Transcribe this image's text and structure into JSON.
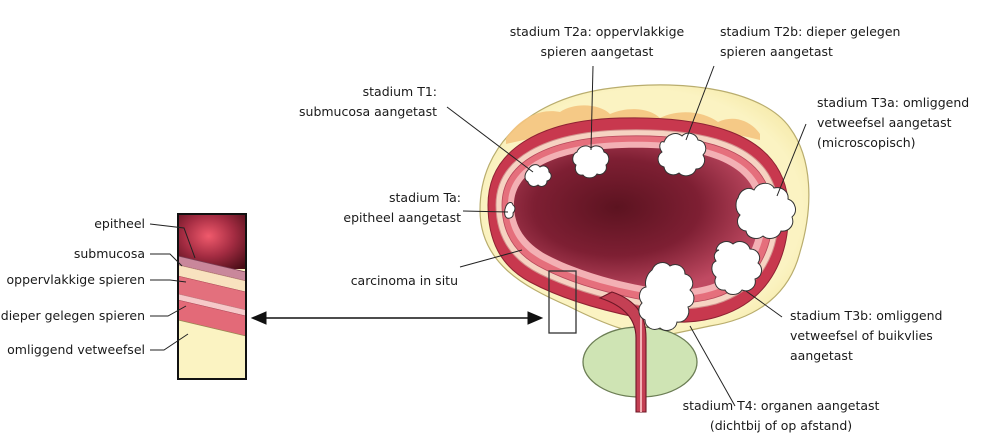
{
  "inset_labels": {
    "epitheel": "epitheel",
    "submucosa": "submucosa",
    "oppervlakkige_spieren": "oppervlakkige spieren",
    "dieper_gelegen_spieren": "dieper gelegen spieren",
    "omliggend_vetweefsel": "omliggend vetweefsel"
  },
  "stages": {
    "cis": {
      "line1": "carcinoma in situ"
    },
    "ta": {
      "line1": "stadium Ta:",
      "line2": "epitheel aangetast"
    },
    "t1": {
      "line1": "stadium T1:",
      "line2": "submucosa aangetast"
    },
    "t2a": {
      "line1": "stadium T2a: oppervlakkige",
      "line2": "spieren aangetast"
    },
    "t2b": {
      "line1": "stadium T2b: dieper gelegen",
      "line2": "spieren aangetast"
    },
    "t3a": {
      "line1": "stadium T3a: omliggend",
      "line2": "vetweefsel aangetast",
      "line3": "(microscopisch)"
    },
    "t3b": {
      "line1": "stadium T3b: omliggend",
      "line2": "vetweefsel of buikvlies",
      "line3": "aangetast"
    },
    "t4": {
      "line1": "stadium T4: organen aangetast",
      "line2": "(dichtbij of op afstand)"
    }
  }
}
